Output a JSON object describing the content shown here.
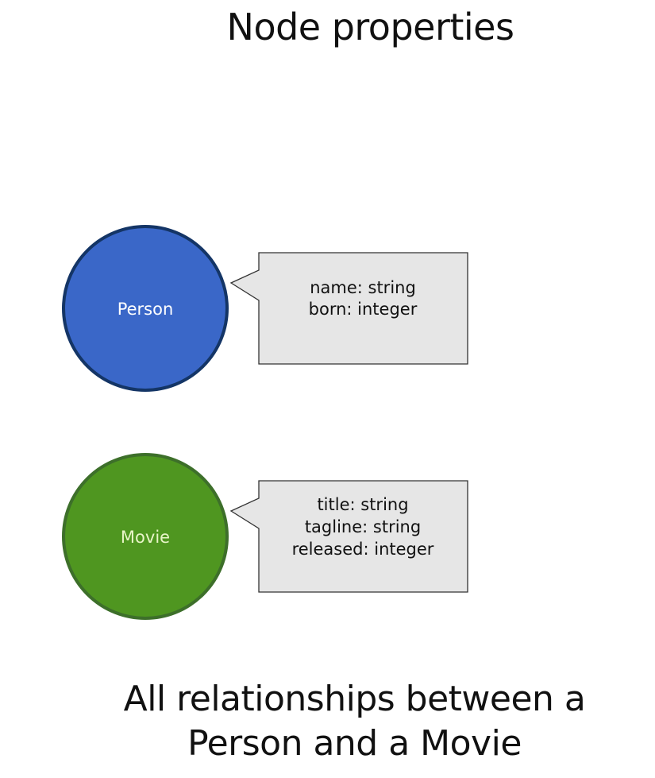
{
  "page": {
    "title": "Node properties",
    "subtitle_line1": "All relationships between a",
    "subtitle_line2": "Person and a Movie"
  },
  "nodes": [
    {
      "label": "Person",
      "fill": "#3a67c8",
      "stroke": "#143566",
      "text_color": "#ffffff",
      "properties": [
        "name: string",
        "born: integer"
      ]
    },
    {
      "label": "Movie",
      "fill": "#4f9620",
      "stroke": "#3d6f2a",
      "text_color": "#e8f5c8",
      "properties": [
        "title: string",
        "tagline: string",
        "released: integer"
      ]
    }
  ],
  "callout_style": {
    "fill": "#e6e6e6",
    "stroke": "#333333"
  }
}
